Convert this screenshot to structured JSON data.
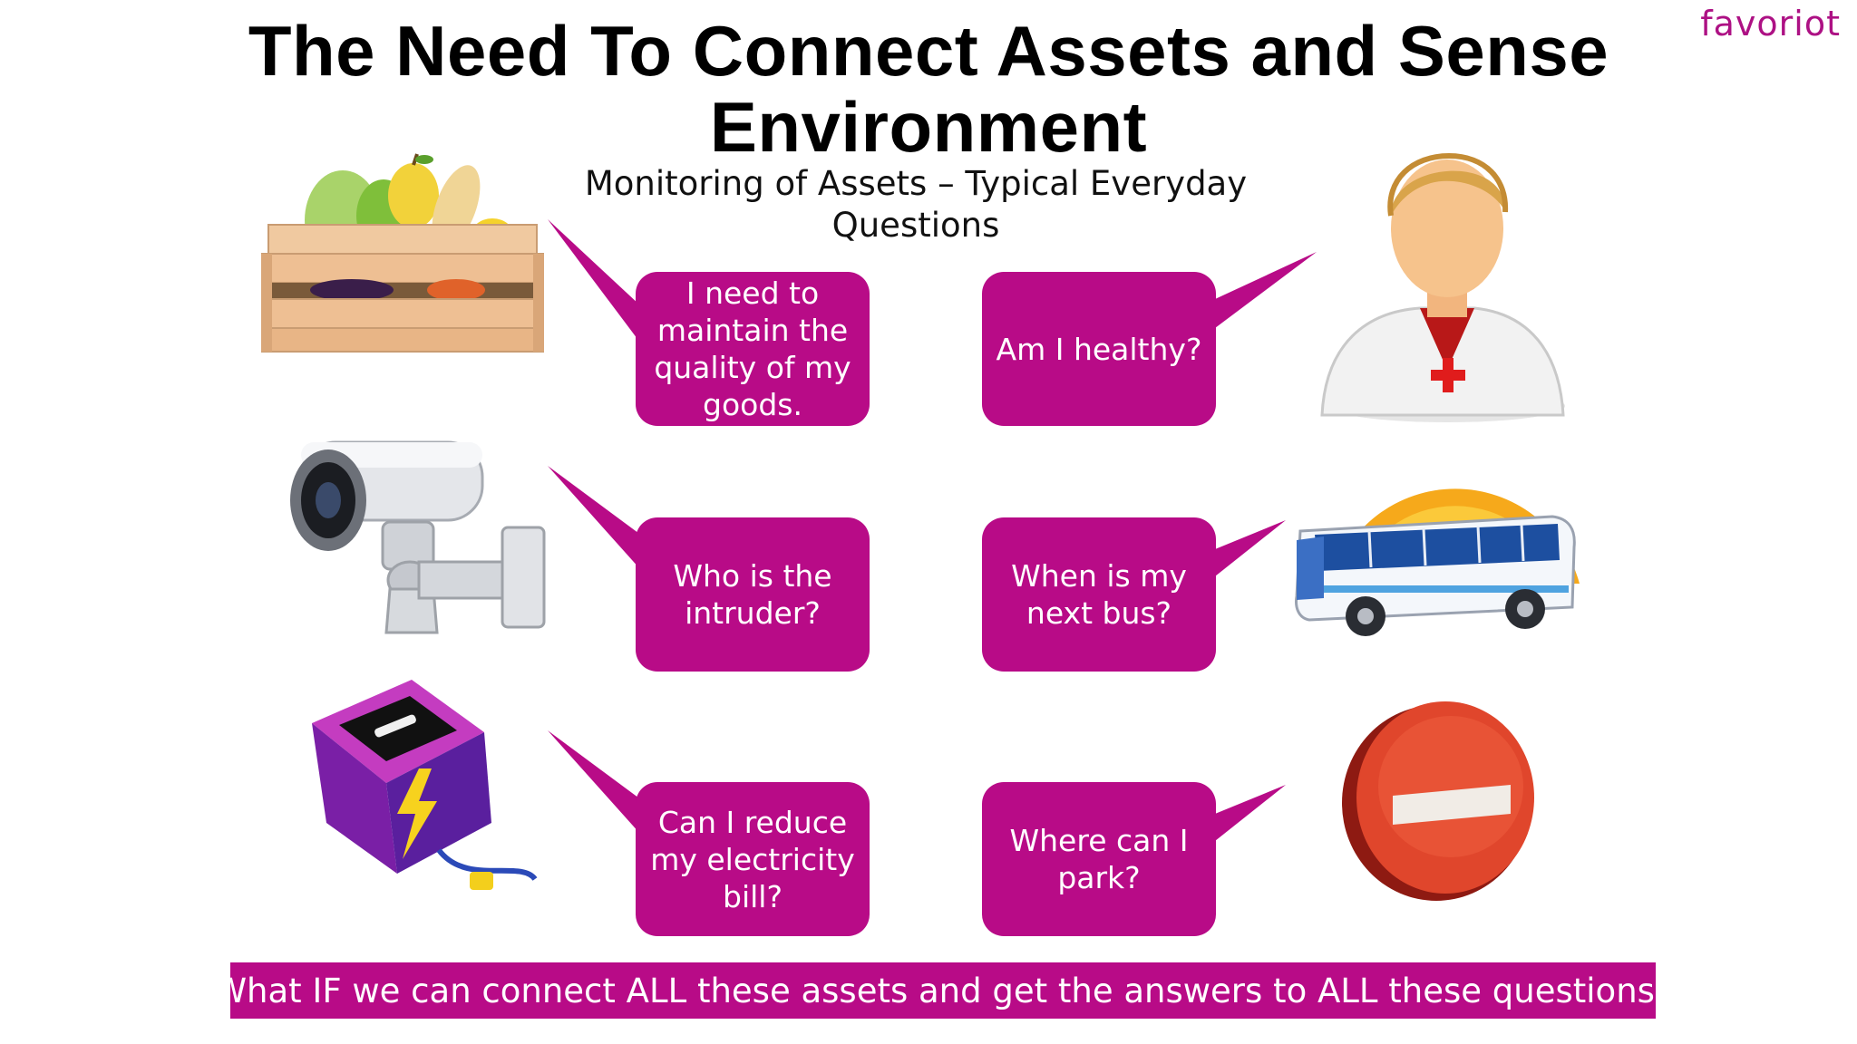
{
  "title": "The Need To Connect Assets and Sense Environment",
  "logo": "favoriot",
  "subtitle": "Monitoring of Assets – Typical Everyday Questions",
  "bubbles": [
    {
      "text": "I need to maintain the quality of my goods."
    },
    {
      "text": "Am I healthy?"
    },
    {
      "text": "Who is the intruder?"
    },
    {
      "text": "When is my next bus?"
    },
    {
      "text": "Can I reduce my electricity bill?"
    },
    {
      "text": "Where can I park?"
    }
  ],
  "banner": "What IF we can connect ALL these assets and get the answers to ALL these questions?",
  "icons": [
    "fruit-crate-icon",
    "doctor-icon",
    "security-camera-icon",
    "bus-sunrise-icon",
    "smart-plug-icon",
    "no-entry-icon"
  ],
  "colors": {
    "accent": "#b80b87",
    "title": "#000000",
    "background": "#ffffff"
  }
}
